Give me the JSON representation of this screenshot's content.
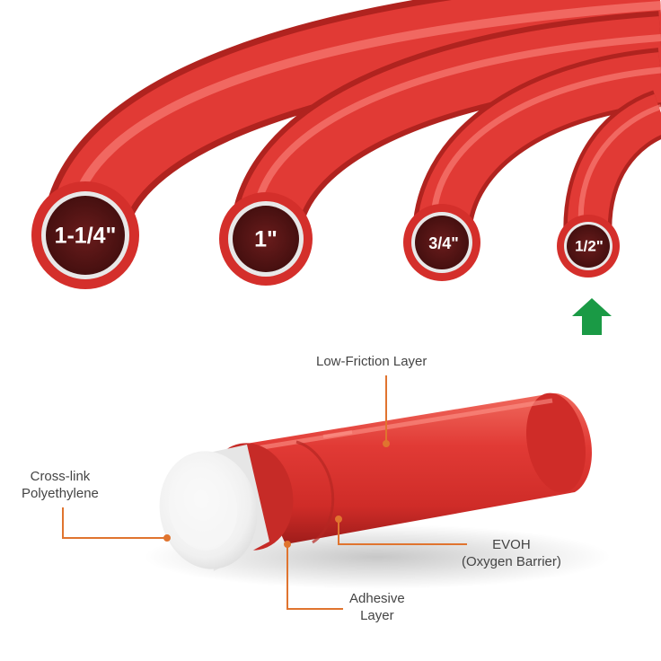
{
  "colors": {
    "pipe_red": "#e13a35",
    "pipe_dark_red": "#a81d1b",
    "pipe_highlight": "#ff8a80",
    "pipe_inner": "#5a1616",
    "core_white": "#f2f2f2",
    "leader_orange": "#e0742f",
    "arrow_green": "#1a9a45",
    "label_text": "#444444"
  },
  "pipe_sizes": [
    {
      "label": "1-1/4\""
    },
    {
      "label": "1\""
    },
    {
      "label": "3/4\""
    },
    {
      "label": "1/2\""
    }
  ],
  "selected_size_indicator": {
    "icon": "up-arrow-icon",
    "points_to": "1/2\""
  },
  "layers": {
    "low_friction": "Low-Friction Layer",
    "cross_link_line1": "Cross-link",
    "cross_link_line2": "Polyethylene",
    "evoh_line1": "EVOH",
    "evoh_line2": "(Oxygen Barrier)",
    "adhesive_line1": "Adhesive",
    "adhesive_line2": "Layer"
  }
}
